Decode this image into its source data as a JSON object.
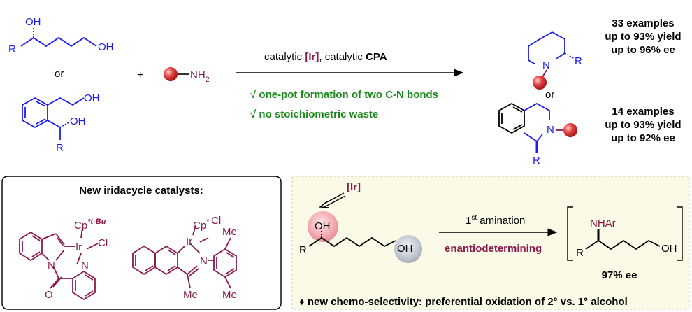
{
  "colors": {
    "blue": "#1b1bf0",
    "purple": "#8a1a4a",
    "green": "#1a8a1a",
    "black": "#000000",
    "panel_bg": "#fafae6",
    "red_ball": "#e23b3b",
    "pink_glow": "#f0a0a8",
    "gray_glow": "#b8bcc8"
  },
  "top_scheme": {
    "sub1_oh_top": "OH",
    "sub1_r": "R",
    "sub1_oh_end": "OH",
    "or_left": "or",
    "sub2_oh_top": "OH",
    "sub2_oh_side": "OH",
    "sub2_r": "R",
    "plus": "+",
    "amine": "NH",
    "amine_sub": "2",
    "conditions_pre": "catalytic ",
    "conditions_ir": "[Ir]",
    "conditions_mid": ", catalytic ",
    "conditions_cpa": "CPA",
    "benefit_1": "√ one-pot formation of two C-N bonds",
    "benefit_2": "√ no stoichiometric waste",
    "prod1_n": "N",
    "prod1_r": "R",
    "or_right": "or",
    "prod2_n": "N",
    "prod2_r": "R",
    "result1_line1": "33 examples",
    "result1_line2": "up to 93% yield",
    "result1_line3": "up to 96% ee",
    "result2_line1": "14 examples",
    "result2_line2": "up to 93% yield",
    "result2_line3": "up to 92% ee"
  },
  "catalyst_box": {
    "title": "New iridacycle catalysts:",
    "cat1_cp": "Cp",
    "cat1_cp_sup": "*t-Bu",
    "cat1_ir": "Ir",
    "cat1_cl": "Cl",
    "cat1_n1": "N",
    "cat1_n2": "N",
    "cat1_o": "O",
    "cat2_cp": "Cp",
    "cat2_cp_sup": "*",
    "cat2_cl": "Cl",
    "cat2_ir": "Ir",
    "cat2_n": "N",
    "cat2_me1": "Me",
    "cat2_me2": "Me",
    "cat2_me3": "Me"
  },
  "mechanism_panel": {
    "ir_label": "[Ir]",
    "oh_left": "OH",
    "r_left": "R",
    "oh_right": "OH",
    "step_pre": "1",
    "step_sup": "st",
    "step_post": " amination",
    "step_note": "enantiodetermining",
    "prod_nhar": "NHAr",
    "prod_r": "R",
    "prod_oh": "OH",
    "prod_ee": "97% ee",
    "footnote": "♦ new chemo-selectivity: preferential oxidation of 2° vs. 1° alcohol"
  }
}
